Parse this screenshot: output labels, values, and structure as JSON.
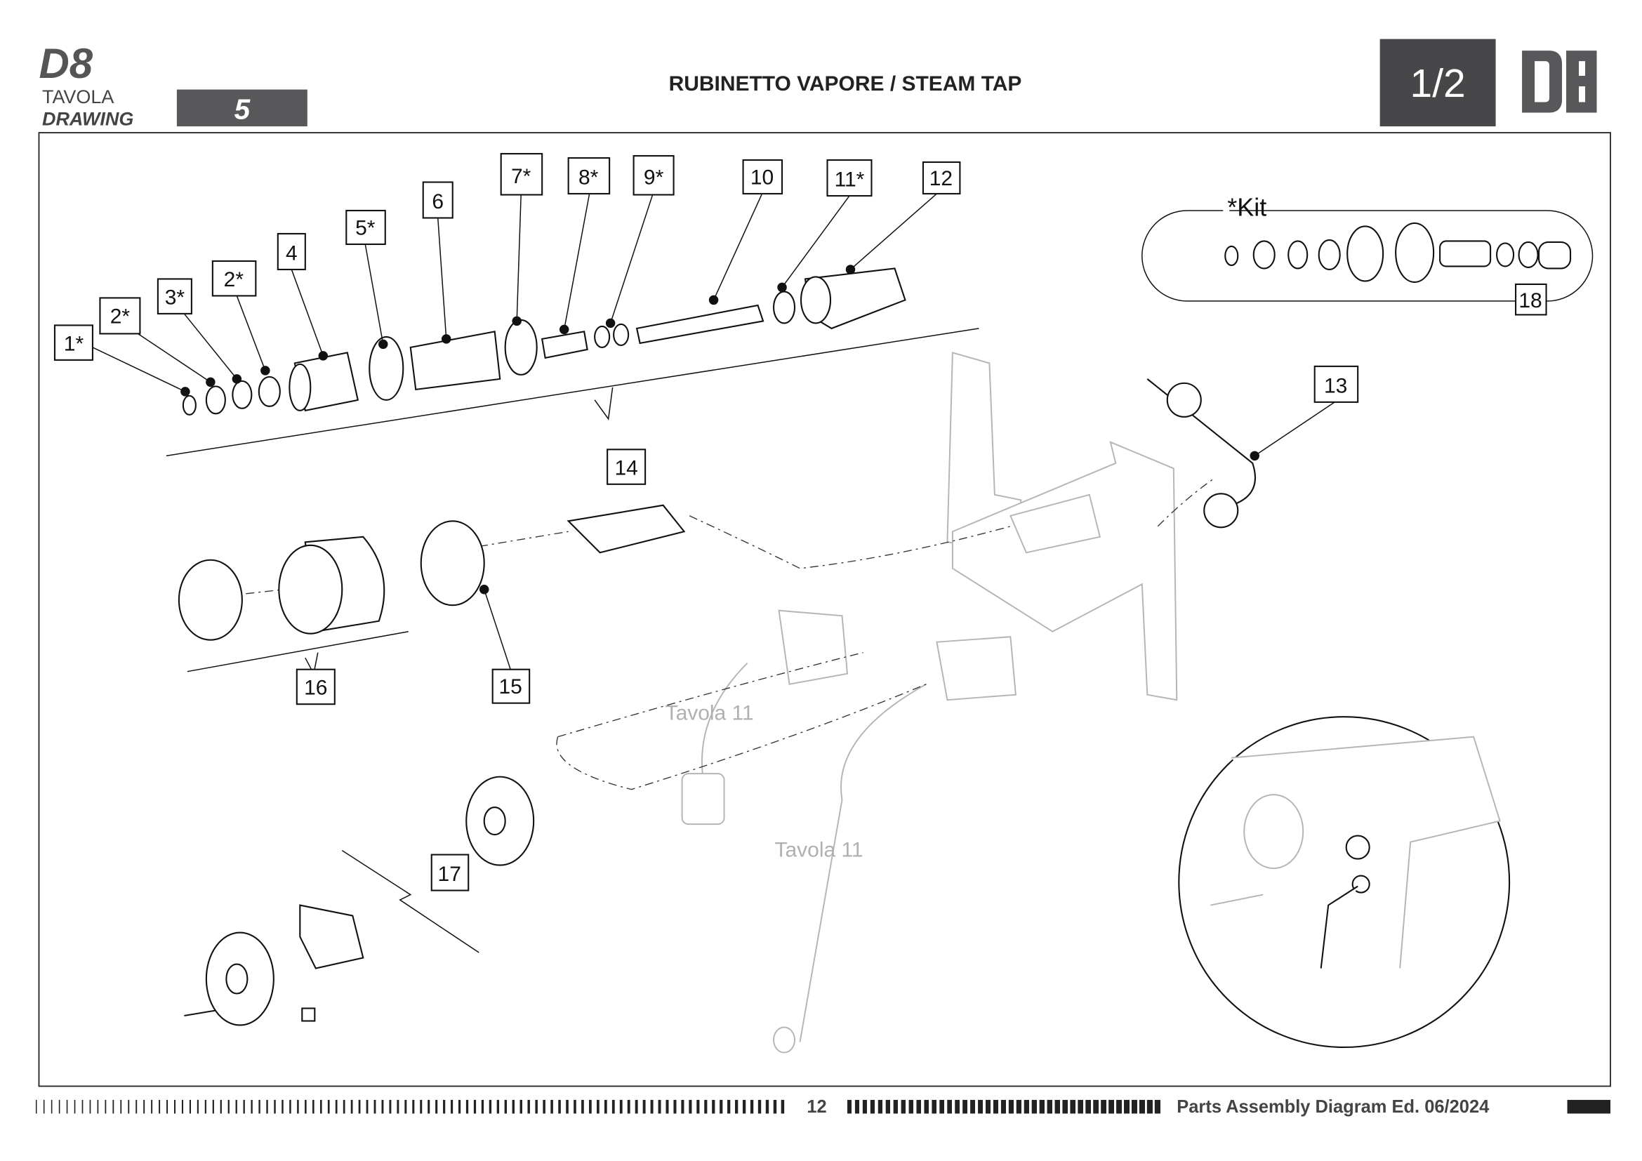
{
  "header": {
    "model": "D8",
    "tavola_label": "TAVOLA",
    "drawing_label": "DRAWING",
    "table_number": "5",
    "title": "RUBINETTO VAPORE / STEAM TAP",
    "page_indicator": "1/2",
    "logo_text": "D8"
  },
  "callouts": [
    "1*",
    "2*",
    "3*",
    "2*",
    "4",
    "5*",
    "6",
    "7*",
    "8*",
    "9*",
    "10",
    "11*",
    "12",
    "13",
    "14",
    "15",
    "16",
    "17",
    "18"
  ],
  "kit": {
    "label": "*Kit"
  },
  "references": [
    "Tavola 11",
    "Tavola 11"
  ],
  "footer": {
    "page_number": "12",
    "edition": "Parts Assembly Diagram Ed. 06/2024"
  },
  "colors": {
    "header_box": "#58585a",
    "page_box": "#47474a",
    "ghost_lines": "#b5b5b5"
  }
}
